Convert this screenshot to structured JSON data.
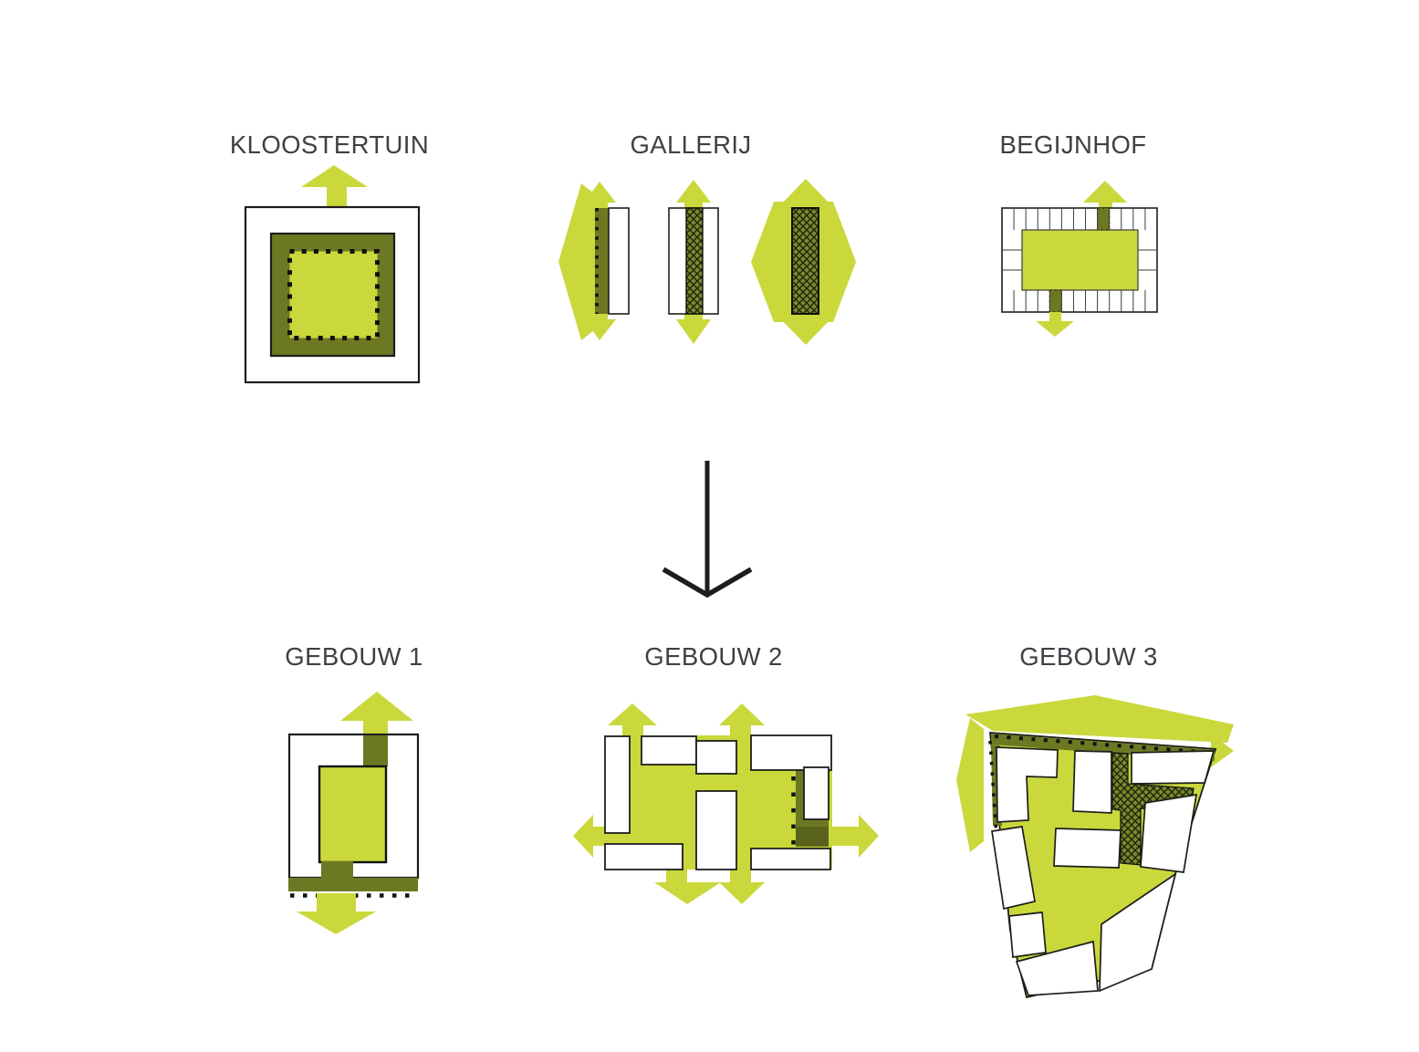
{
  "colors": {
    "lime": "#cad83c",
    "olive": "#6d7823",
    "hatchbg": "#7a892e",
    "ink": "#1d1d1b",
    "label": "#3d4045"
  },
  "top_row": {
    "kloostertuin": {
      "label": "KLOOSTERTUIN"
    },
    "gallerij": {
      "label": "GALLERIJ"
    },
    "begijnhof": {
      "label": "BEGIJNHOF"
    }
  },
  "bottom_row": {
    "gebouw1": {
      "label": "GEBOUW 1"
    },
    "gebouw2": {
      "label": "GEBOUW 2"
    },
    "gebouw3": {
      "label": "GEBOUW 3"
    }
  },
  "icons": {
    "flow-arrow-icon": "↓",
    "up-arrow-icon": "▲",
    "down-arrow-icon": "▼",
    "left-arrow-icon": "◀",
    "right-arrow-icon": "▶"
  }
}
